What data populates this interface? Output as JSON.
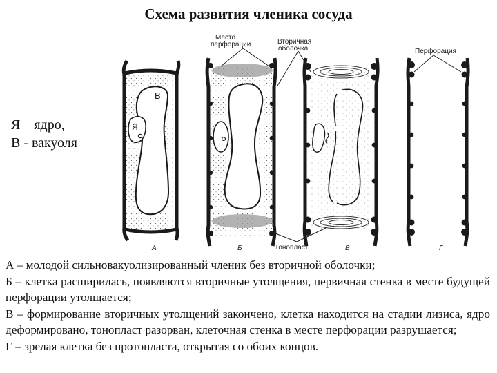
{
  "title": "Схема развития членика сосуда",
  "legend": {
    "nucleus": "Я – ядро,",
    "vacuole": "В - вакуоля"
  },
  "figure": {
    "cell_label_vacuole": "В",
    "cell_label_nucleus": "Я",
    "callout_perforation_site_line1": "Место",
    "callout_perforation_site_line2": "перфорации",
    "callout_secondary_wall_line1": "Вторичная",
    "callout_secondary_wall_line2": "оболочка",
    "callout_perforation": "Перфорация",
    "callout_tonoplast": "Тонопласт",
    "panel_a": "А",
    "panel_b": "Б",
    "panel_v": "В",
    "panel_g": "Г"
  },
  "description": {
    "a": "А – молодой сильновакуолизированный членик без вторичной оболочки;",
    "b": "Б – клетка расширилась, появляются вторичные утолщения, первичная стенка в месте будущей перфорации утолщается;",
    "v": "В – формирование вторичных утолщений закончено, клетка находится на стадии лизиса, ядро деформировано, тонопласт разорван, клеточная стенка в месте перфорации разрушается;",
    "g": "Г – зрелая клетка без протопласта, открытая со обоих концов."
  }
}
